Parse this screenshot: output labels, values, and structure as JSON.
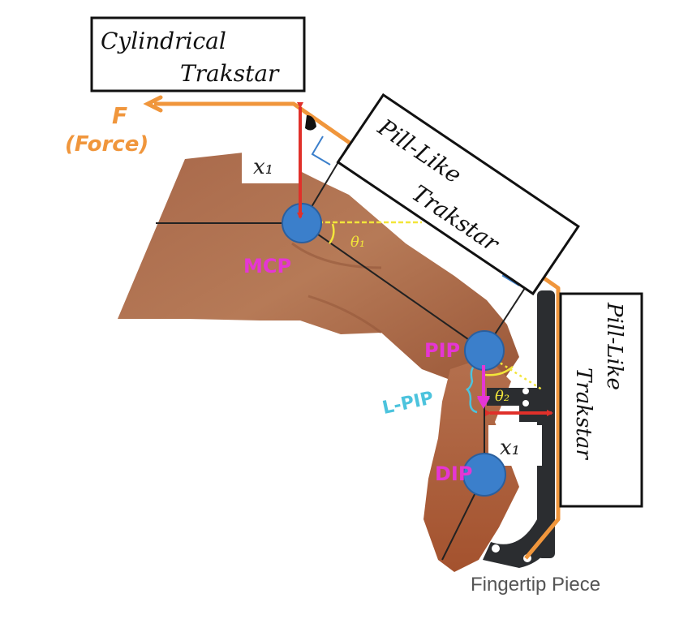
{
  "labels": {
    "cylindrical_trakstar": [
      "Cylindrical",
      "Trakstar"
    ],
    "pill_like_trakstar_top": [
      "Pill-Like",
      "Trakstar"
    ],
    "pill_like_trakstar_side": [
      "Pill-Like",
      "Trakstar"
    ],
    "force": [
      "F",
      "(Force)"
    ],
    "mcp": "MCP",
    "pip": "PIP",
    "dip": "DIP",
    "l_pip": "L-PIP",
    "theta1": "θ₁",
    "theta2": "θ₂",
    "x1_top": "x₁",
    "x1_side": "x₁",
    "fingertip_piece": "Fingertip Piece"
  },
  "colors": {
    "cable": "#f0963c",
    "force_text": "#f0963c",
    "joint": "#3b7fcb",
    "joint_stroke": "#2a5f9e",
    "joint_label": "#e536d4",
    "l_pip": "#4cc3dd",
    "angle": "#f2e63a",
    "arrow_red": "#e0302a",
    "arrow_magenta": "#e536d4",
    "skin": "#b0714f",
    "skin_dark": "#8f4f33",
    "bracket": "#2b2d30",
    "right_angle": "#3b7fcb"
  }
}
